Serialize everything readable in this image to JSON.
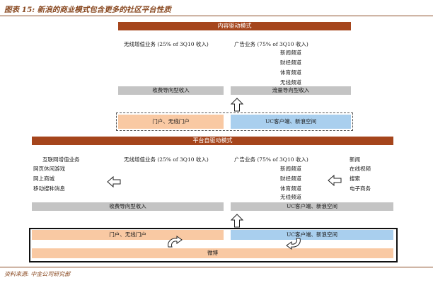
{
  "title": "图表 15: 新浪的商业模式包含更多的社区平台性质",
  "section1": {
    "header": "内容驱动模式",
    "left_col": [
      "无线增值业务 (25% of 3Q10 收入)"
    ],
    "right_col": [
      "广告业务 (75% of 3Q10 收入)",
      "新闻频道",
      "财经频道",
      "体育频道",
      "无线频道"
    ],
    "grey_left": "收费导向型收入",
    "grey_right": "流量导向型收入",
    "box_left": "门户、无线门户",
    "box_right": "UC客户端、新浪空间"
  },
  "section2": {
    "header": "平台自驱动模式",
    "far_left": [
      "互联网增值业务",
      "网页休闲游戏",
      "网上商城",
      "移动搜种消息"
    ],
    "left_col": [
      "无线增值业务 (25% of 3Q10 收入)"
    ],
    "right_col": [
      "广告业务 (75% of 3Q10 收入)",
      "新闻频道",
      "财经频道",
      "体育频道",
      "无线频道"
    ],
    "far_right": [
      "新闻",
      "在线视频",
      "搜索",
      "电子商务"
    ],
    "grey_left": "收费导向型收入",
    "grey_right": "UC客户端、新浪空间",
    "box_left": "门户、无线门户",
    "box_right": "UC客户端、新浪空间",
    "box_bottom": "微博"
  },
  "source": "资料来源: 中金公司研究部",
  "colors": {
    "brand": "#8a4a22",
    "band": "#a5451c",
    "orange": "#f9c9a3",
    "blue": "#a9cfee",
    "grey": "#c4c4c4"
  },
  "icons": [
    "up-arrow-icon",
    "left-arrow-icon",
    "up-arrow-icon",
    "cycle-arrow-icon",
    "cycle-arrow-icon"
  ]
}
